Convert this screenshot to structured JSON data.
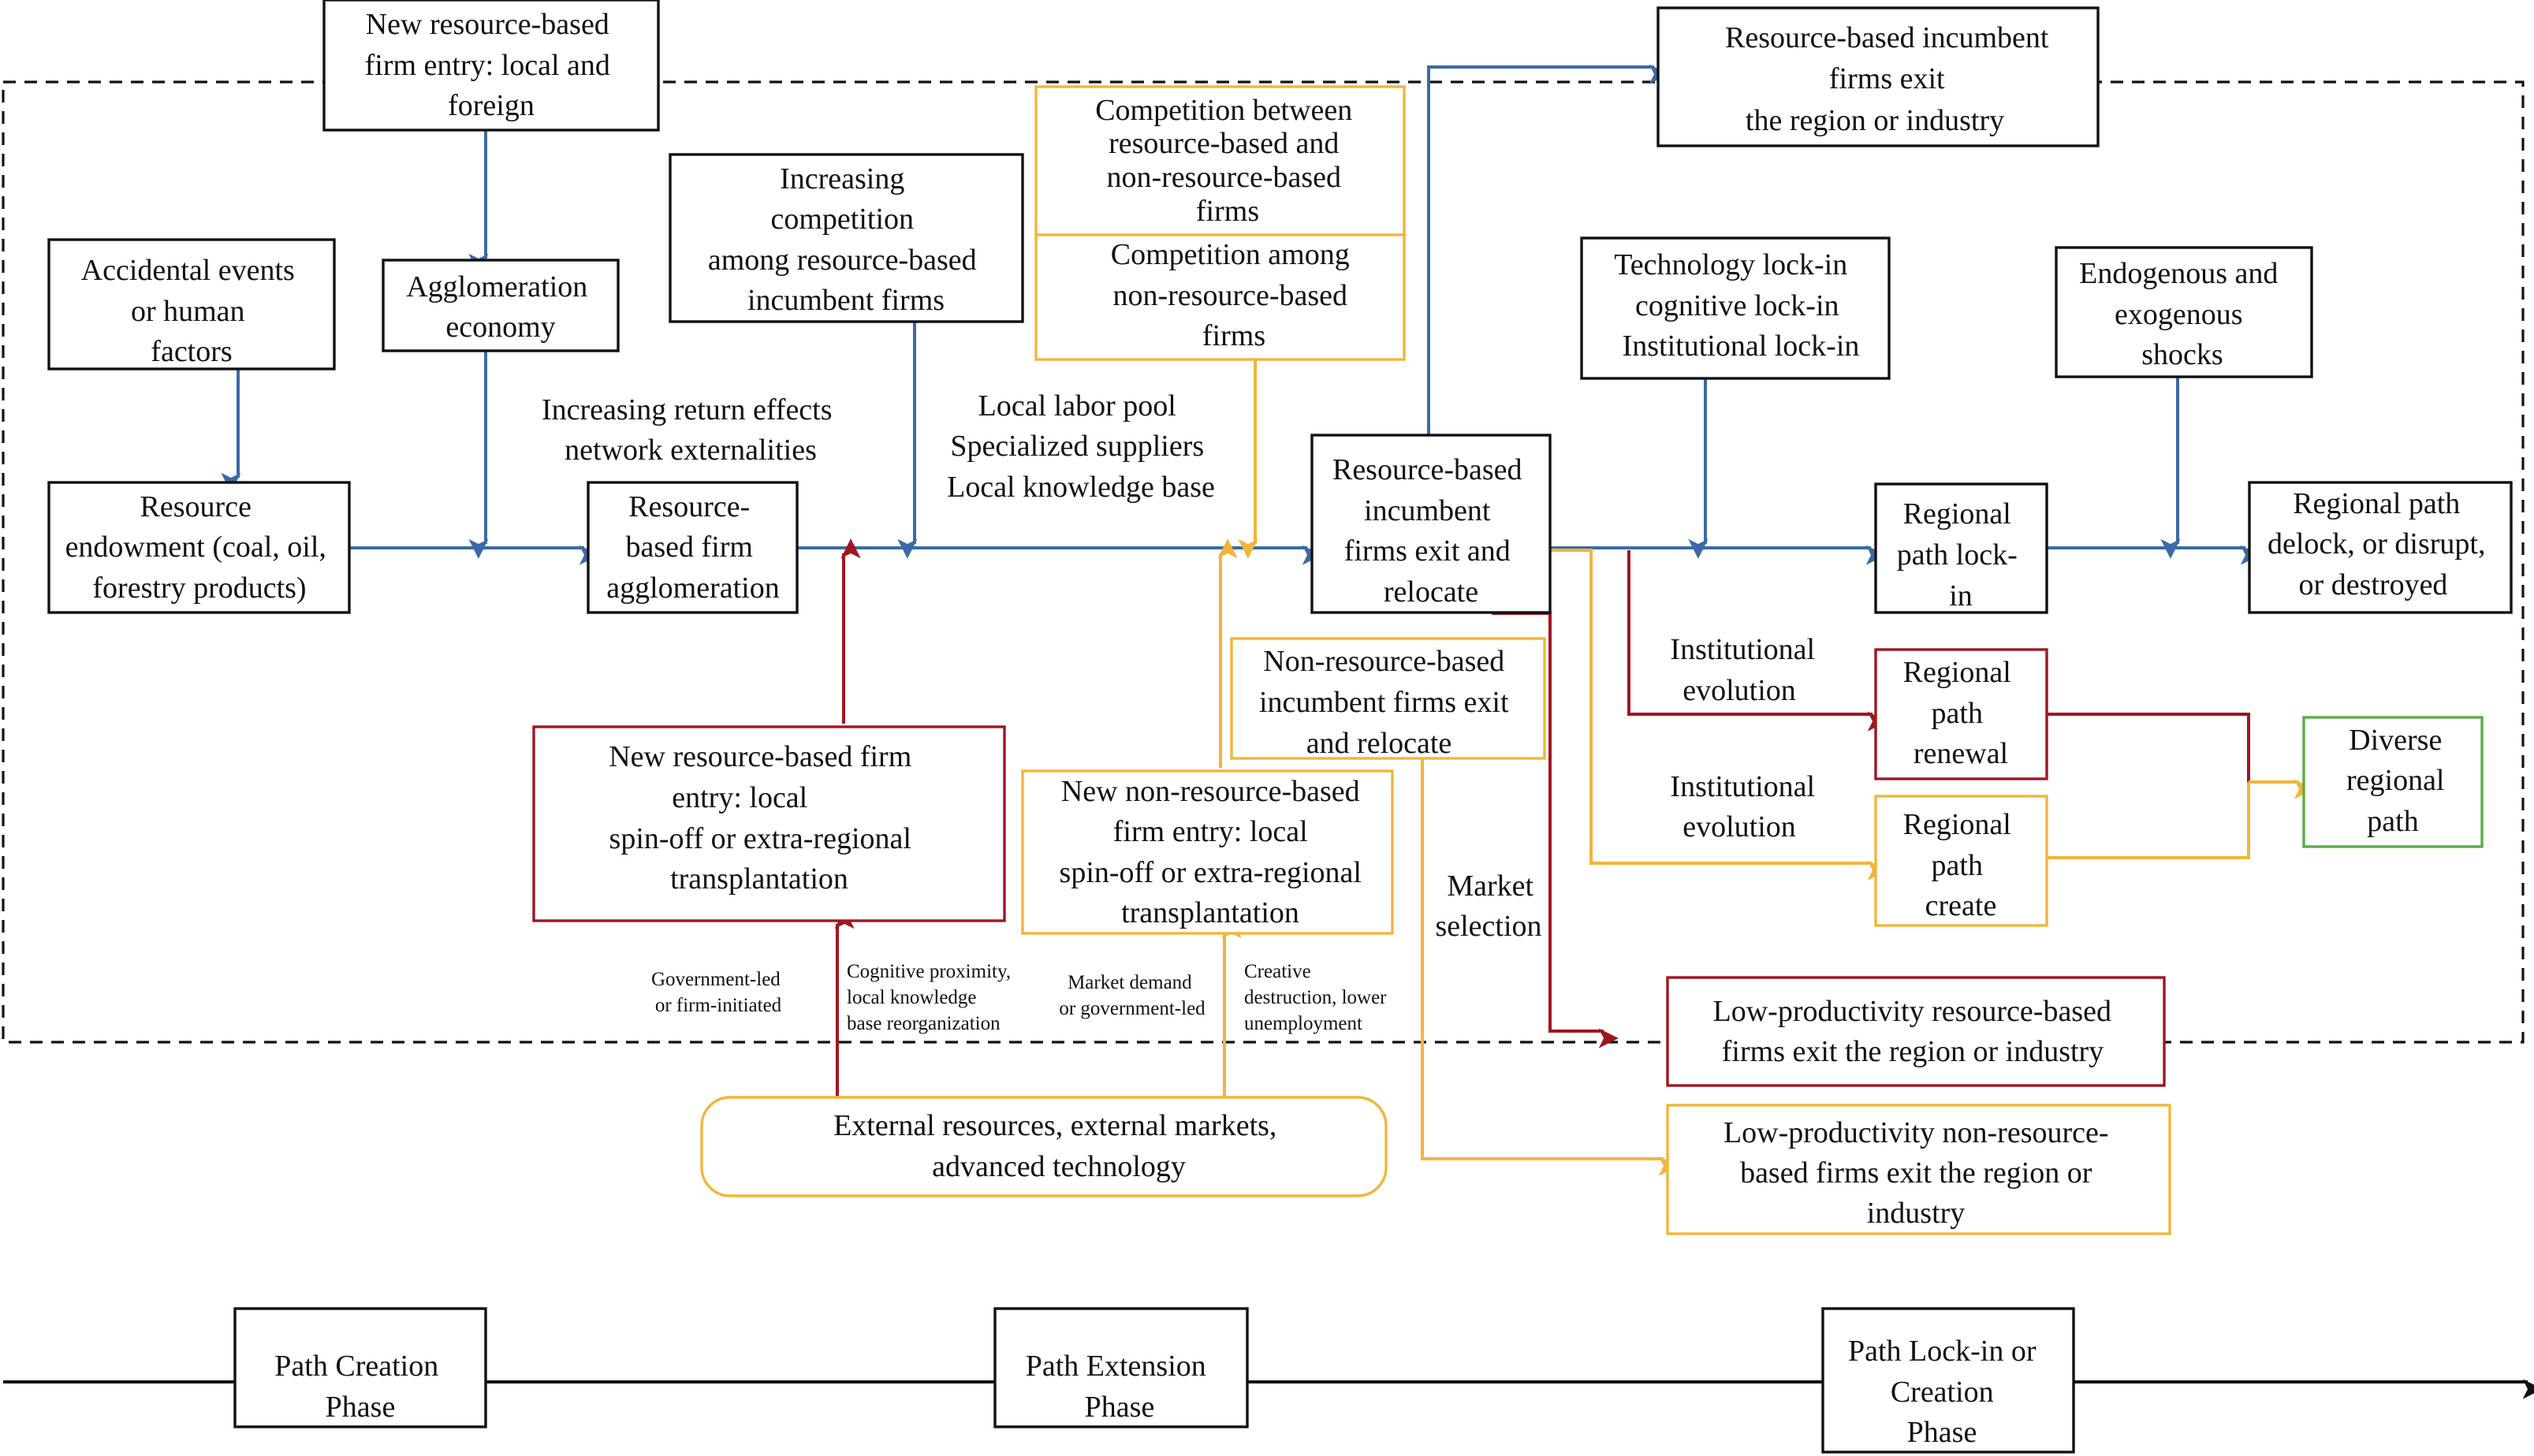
{
  "boxes": {
    "new_firm_entry": [
      "New resource-based",
      "firm entry: local and",
      "foreign"
    ],
    "agglomeration_economy": [
      "Agglomeration",
      "economy"
    ],
    "accidental_events": [
      "Accidental events",
      "or human",
      "factors"
    ],
    "resource_endowment": [
      "Resource",
      "endowment (coal, oil,",
      "forestry products)"
    ],
    "resource_agglomeration": [
      "Resource-",
      "based firm",
      "agglomeration"
    ],
    "increasing_competition": [
      "Increasing",
      "competition",
      "among resource-based",
      "incumbent firms"
    ],
    "competition_between": [
      "Competition between",
      "resource-based and",
      "non-resource-based",
      "firms"
    ],
    "competition_among_nonresource": [
      "Competition among",
      "non-resource-based",
      "firms"
    ],
    "incumbent_exit_relocate": [
      "Resource-based",
      "incumbent",
      "firms exit and",
      "relocate"
    ],
    "incumbent_exit_region": [
      "Resource-based incumbent",
      "firms exit",
      "the region or industry"
    ],
    "lockin_types": [
      "Technology lock-in",
      "cognitive lock-in",
      "Institutional lock-in"
    ],
    "shocks": [
      "Endogenous and",
      "exogenous",
      "shocks"
    ],
    "path_lockin": [
      "Regional",
      "path lock-",
      "in"
    ],
    "path_delock": [
      "Regional path",
      "delock, or disrupt,",
      "or destroyed"
    ],
    "path_renewal": [
      "Regional",
      "path",
      "renewal"
    ],
    "path_create": [
      "Regional",
      "path",
      "create"
    ],
    "diverse_path": [
      "Diverse",
      "regional",
      "path"
    ],
    "nonresource_exit": [
      "Non-resource-based",
      "incumbent firms exit",
      "and relocate"
    ],
    "new_resource_spinoff": [
      "New resource-based firm",
      "entry: local",
      "spin-off or extra-regional",
      "transplantation"
    ],
    "new_nonresource_spinoff": [
      "New non-resource-based",
      "firm entry: local",
      "spin-off or extra-regional",
      "transplantation"
    ],
    "low_prod_resource": [
      "Low-productivity resource-based",
      "firms exit the region or industry"
    ],
    "low_prod_nonresource": [
      "Low-productivity non-resource-",
      "based firms exit the region or",
      "industry"
    ],
    "external_resources": [
      "External resources, external markets,",
      "advanced technology"
    ]
  },
  "labels": {
    "return_effects": [
      "Increasing return effects",
      "network externalities"
    ],
    "labor_pool": [
      "Local labor pool",
      "Specialized suppliers",
      "Local knowledge base"
    ],
    "institutional_evolution_1": [
      "Institutional",
      "evolution"
    ],
    "institutional_evolution_2": [
      "Institutional",
      "evolution"
    ],
    "market_selection": [
      "Market",
      "selection"
    ],
    "gov_led": [
      "Government-led",
      "or firm-initiated"
    ],
    "cognitive_proximity": [
      "Cognitive proximity,",
      "local knowledge",
      "base reorganization"
    ],
    "market_demand": [
      "Market demand",
      "or government-led"
    ],
    "creative_destruction": [
      "Creative",
      "destruction, lower",
      "unemployment"
    ]
  },
  "phases": {
    "creation": [
      "Path Creation",
      "Phase"
    ],
    "extension": [
      "Path Extension",
      "Phase"
    ],
    "lockin": [
      "Path Lock-in or",
      "Creation",
      "Phase"
    ]
  },
  "colors": {
    "blue": "#3b6aa8",
    "red": "#a01620",
    "yellow": "#f2b53b",
    "green": "#5aac47",
    "black": "#111111"
  }
}
